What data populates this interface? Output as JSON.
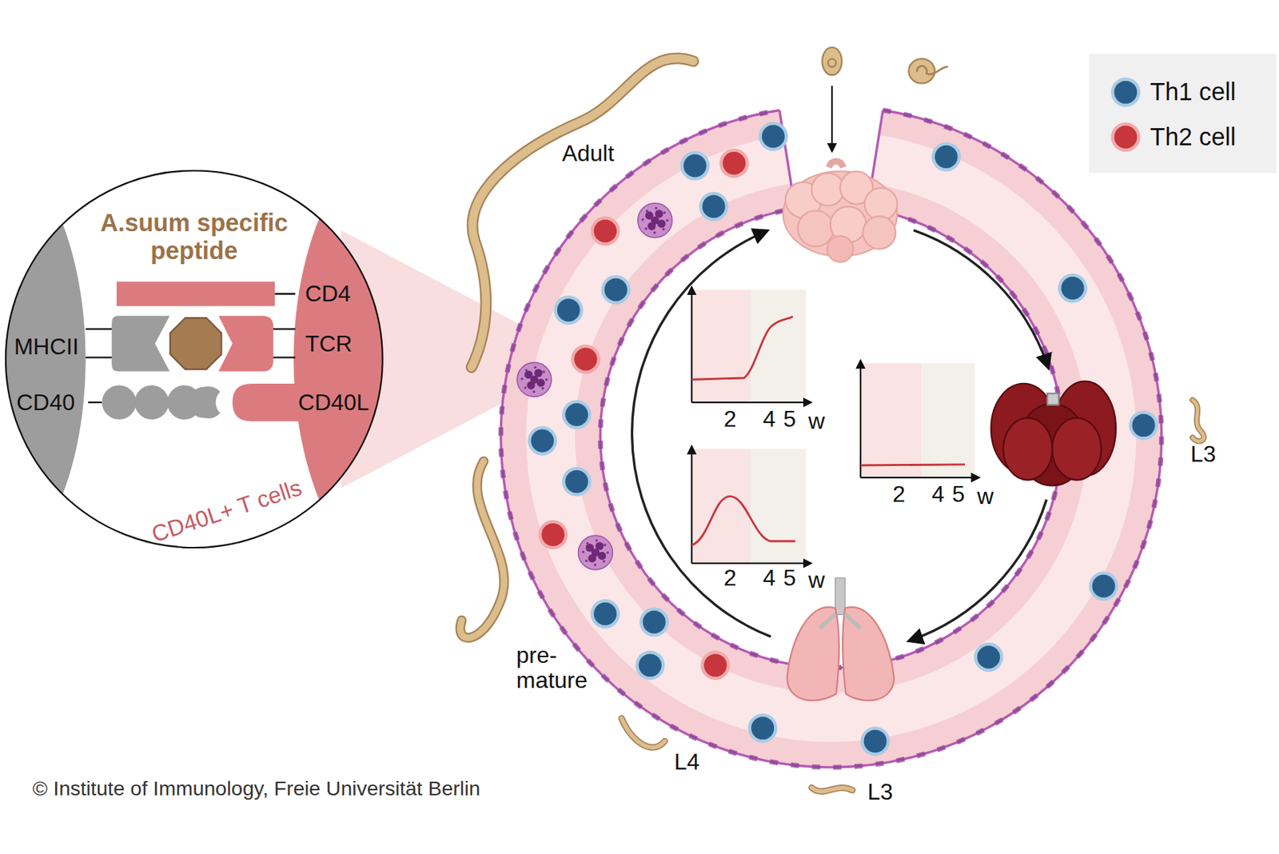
{
  "diagram": {
    "nodes": [
      {
        "text": [
          "A.suum specific peptide",
          "CD40L+ T cells"
        ]
      }
    ],
    "labels": [
      "Adult",
      "pre- mature",
      "L4",
      "L3",
      "L3",
      "MHCII",
      "CD4",
      "TCR",
      "CD40",
      "CD40L",
      "2",
      "4",
      "5",
      "w",
      "2",
      "4",
      "5",
      "w",
      "2",
      "4",
      "5",
      "w",
      "© Institute of Immunology, Freie Universität Berlin"
    ],
    "legend": [
      {
        "text": "Th1 cell",
        "color": "#285d8a"
      },
      {
        "text": "Th2 cell",
        "color": "#c6363c"
      }
    ]
  }
}
